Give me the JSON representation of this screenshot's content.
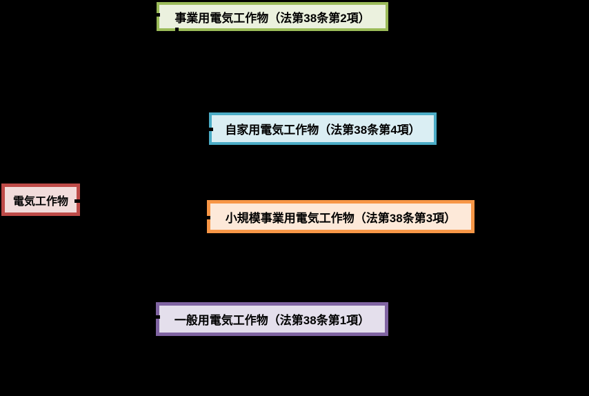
{
  "diagram": {
    "background_color": "#000000",
    "text_color": "#000000",
    "connector_color": "#000000",
    "root_node": {
      "label": "電気工作物",
      "border_color": "#BE4B48",
      "fill_color": "#F2DCDB"
    },
    "nodes": [
      {
        "id": "business-electrical-facility",
        "label": "事業用電気工作物（法第38条第2項）",
        "border_color": "#9BBB59",
        "fill_color": "#EBF1DE"
      },
      {
        "id": "private-use-electrical-facility",
        "label": "自家用電気工作物（法第38条第4項）",
        "border_color": "#4BACC6",
        "fill_color": "#DAEEF3"
      },
      {
        "id": "small-scale-business-electrical-facility",
        "label": "小規模事業用電気工作物（法第38条第3項）",
        "border_color": "#F79646",
        "fill_color": "#FDE9D9"
      },
      {
        "id": "general-use-electrical-facility",
        "label": "一般用電気工作物（法第38条第1項）",
        "border_color": "#8064A2",
        "fill_color": "#E4DFEC"
      }
    ]
  }
}
